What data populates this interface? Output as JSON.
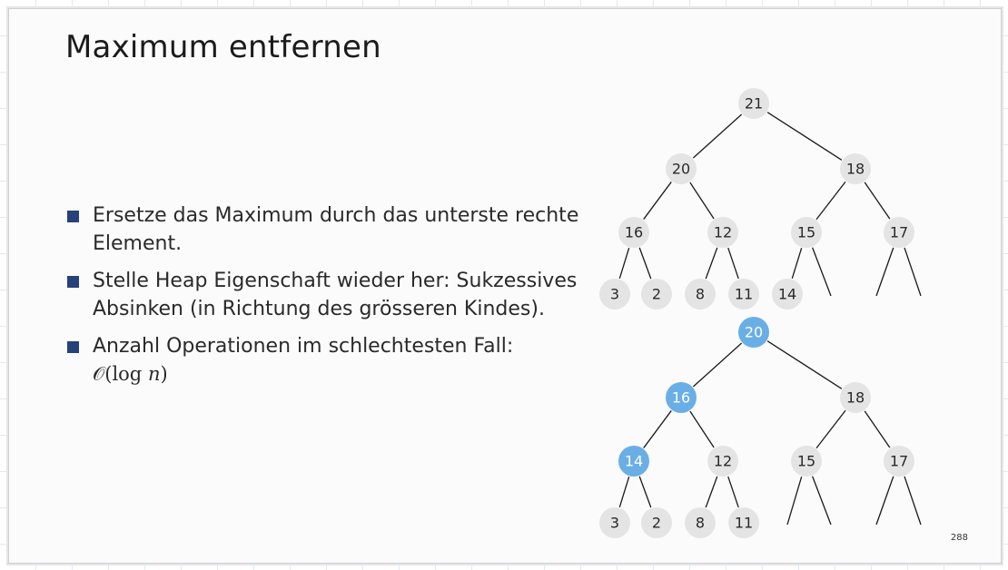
{
  "slide": {
    "title": "Maximum entfernen",
    "bullets": [
      "Ersetze das Maximum durch das unterste rechte Element.",
      "Stelle Heap Eigenschaft wieder her: Sukzessives Absinken (in Richtung des grösseren Kindes).",
      "Anzahl Operationen im schlechtesten Fall:"
    ],
    "complexity": {
      "O": "𝒪",
      "open": "(",
      "log": "log",
      "var": "n",
      "close": ")"
    },
    "page_number": "288"
  },
  "colors": {
    "node_fill": "#e4e4e4",
    "highlight_fill": "#6aaee6",
    "bullet": "#27427a"
  },
  "heaps": [
    {
      "nodes": [
        "21",
        "20",
        "18",
        "16",
        "12",
        "15",
        "17",
        "3",
        "2",
        "8",
        "11",
        "14",
        "",
        "",
        ""
      ],
      "highlighted": []
    },
    {
      "nodes": [
        "20",
        "16",
        "18",
        "14",
        "12",
        "15",
        "17",
        "3",
        "2",
        "8",
        "11",
        "",
        "",
        "",
        ""
      ],
      "highlighted": [
        0,
        1,
        3
      ]
    }
  ]
}
